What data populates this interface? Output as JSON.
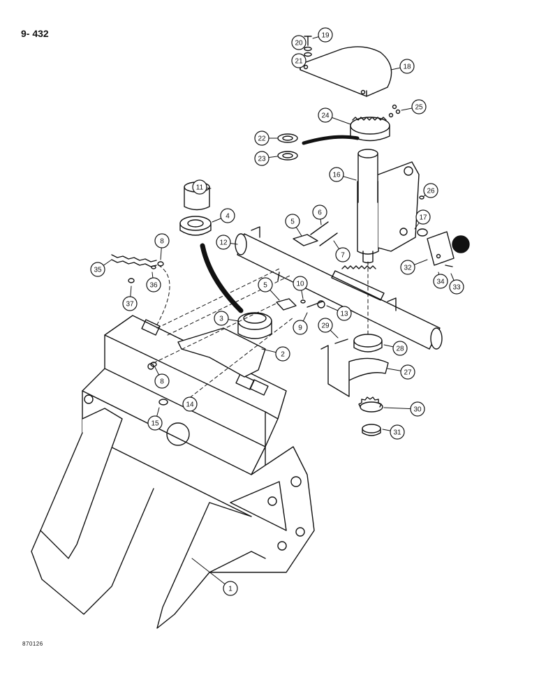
{
  "page_number": "9- 432",
  "drawing_number": "870126",
  "callouts": [
    "1",
    "2",
    "3",
    "4",
    "5",
    "5",
    "6",
    "7",
    "8",
    "8",
    "9",
    "10",
    "11",
    "12",
    "13",
    "14",
    "15",
    "16",
    "17",
    "18",
    "19",
    "20",
    "21",
    "22",
    "23",
    "24",
    "25",
    "26",
    "27",
    "28",
    "29",
    "30",
    "31",
    "32",
    "33",
    "34",
    "35",
    "36",
    "37"
  ]
}
